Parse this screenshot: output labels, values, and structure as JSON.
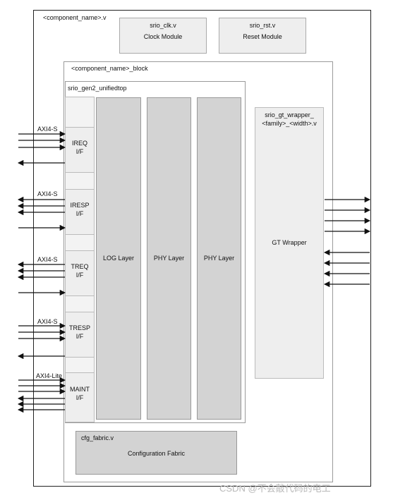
{
  "component_label": "<component_name>.v",
  "clock_module": {
    "file": "srio_clk.v",
    "name": "Clock Module"
  },
  "reset_module": {
    "file": "srio_rst.v",
    "name": "Reset Module"
  },
  "block_label": "<component_name>_block",
  "unifiedtop_label": "srio_gen2_unifiedtop",
  "interfaces": [
    {
      "name": "IREQ",
      "suffix": "I/F",
      "bus": "AXI4-S"
    },
    {
      "name": "IRESP",
      "suffix": "I/F",
      "bus": "AXI4-S"
    },
    {
      "name": "TREQ",
      "suffix": "I/F",
      "bus": "AXI4-S"
    },
    {
      "name": "TRESP",
      "suffix": "I/F",
      "bus": "AXI4-S"
    },
    {
      "name": "MAINT",
      "suffix": "I/F",
      "bus": "AXI4-Lite"
    }
  ],
  "layers": {
    "log": "LOG Layer",
    "phy1": "PHY Layer",
    "phy2": "PHY Layer"
  },
  "gt_wrapper": {
    "file_line1": "srio_gt_wrapper_",
    "file_line2": "<family>_<width>.v",
    "name": "GT Wrapper"
  },
  "cfg_fabric": {
    "file": "cfg_fabric.v",
    "name": "Configuration Fabric"
  },
  "watermark": "CSDN @不会敲代码的电工",
  "colors": {
    "block_fill": "#d3d3d3",
    "border": "#222222",
    "inner_border": "#9a9a9a"
  }
}
